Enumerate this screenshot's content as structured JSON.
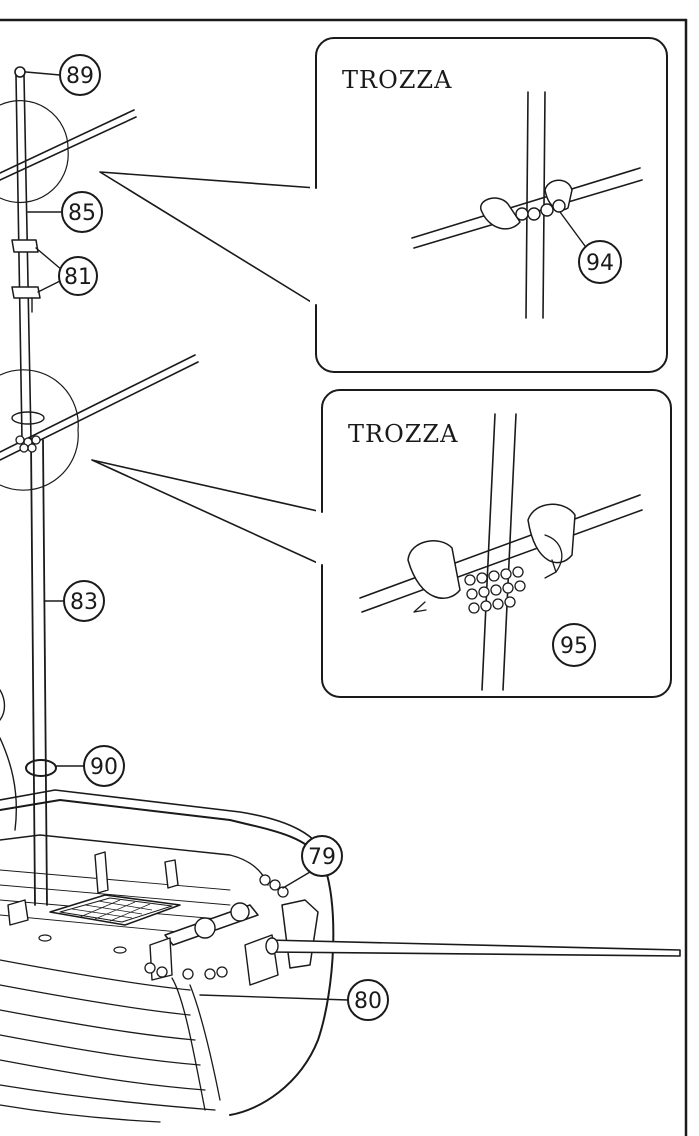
{
  "panels": {
    "upper": {
      "title": "TROZZA"
    },
    "lower": {
      "title": "TROZZA"
    }
  },
  "callouts": {
    "c89": "89",
    "c85": "85",
    "c81": "81",
    "c83": "83",
    "c90": "90",
    "c79": "79",
    "c80": "80",
    "c94": "94",
    "c95": "95"
  },
  "colors": {
    "ink": "#1a1a1a",
    "paper": "#ffffff"
  }
}
